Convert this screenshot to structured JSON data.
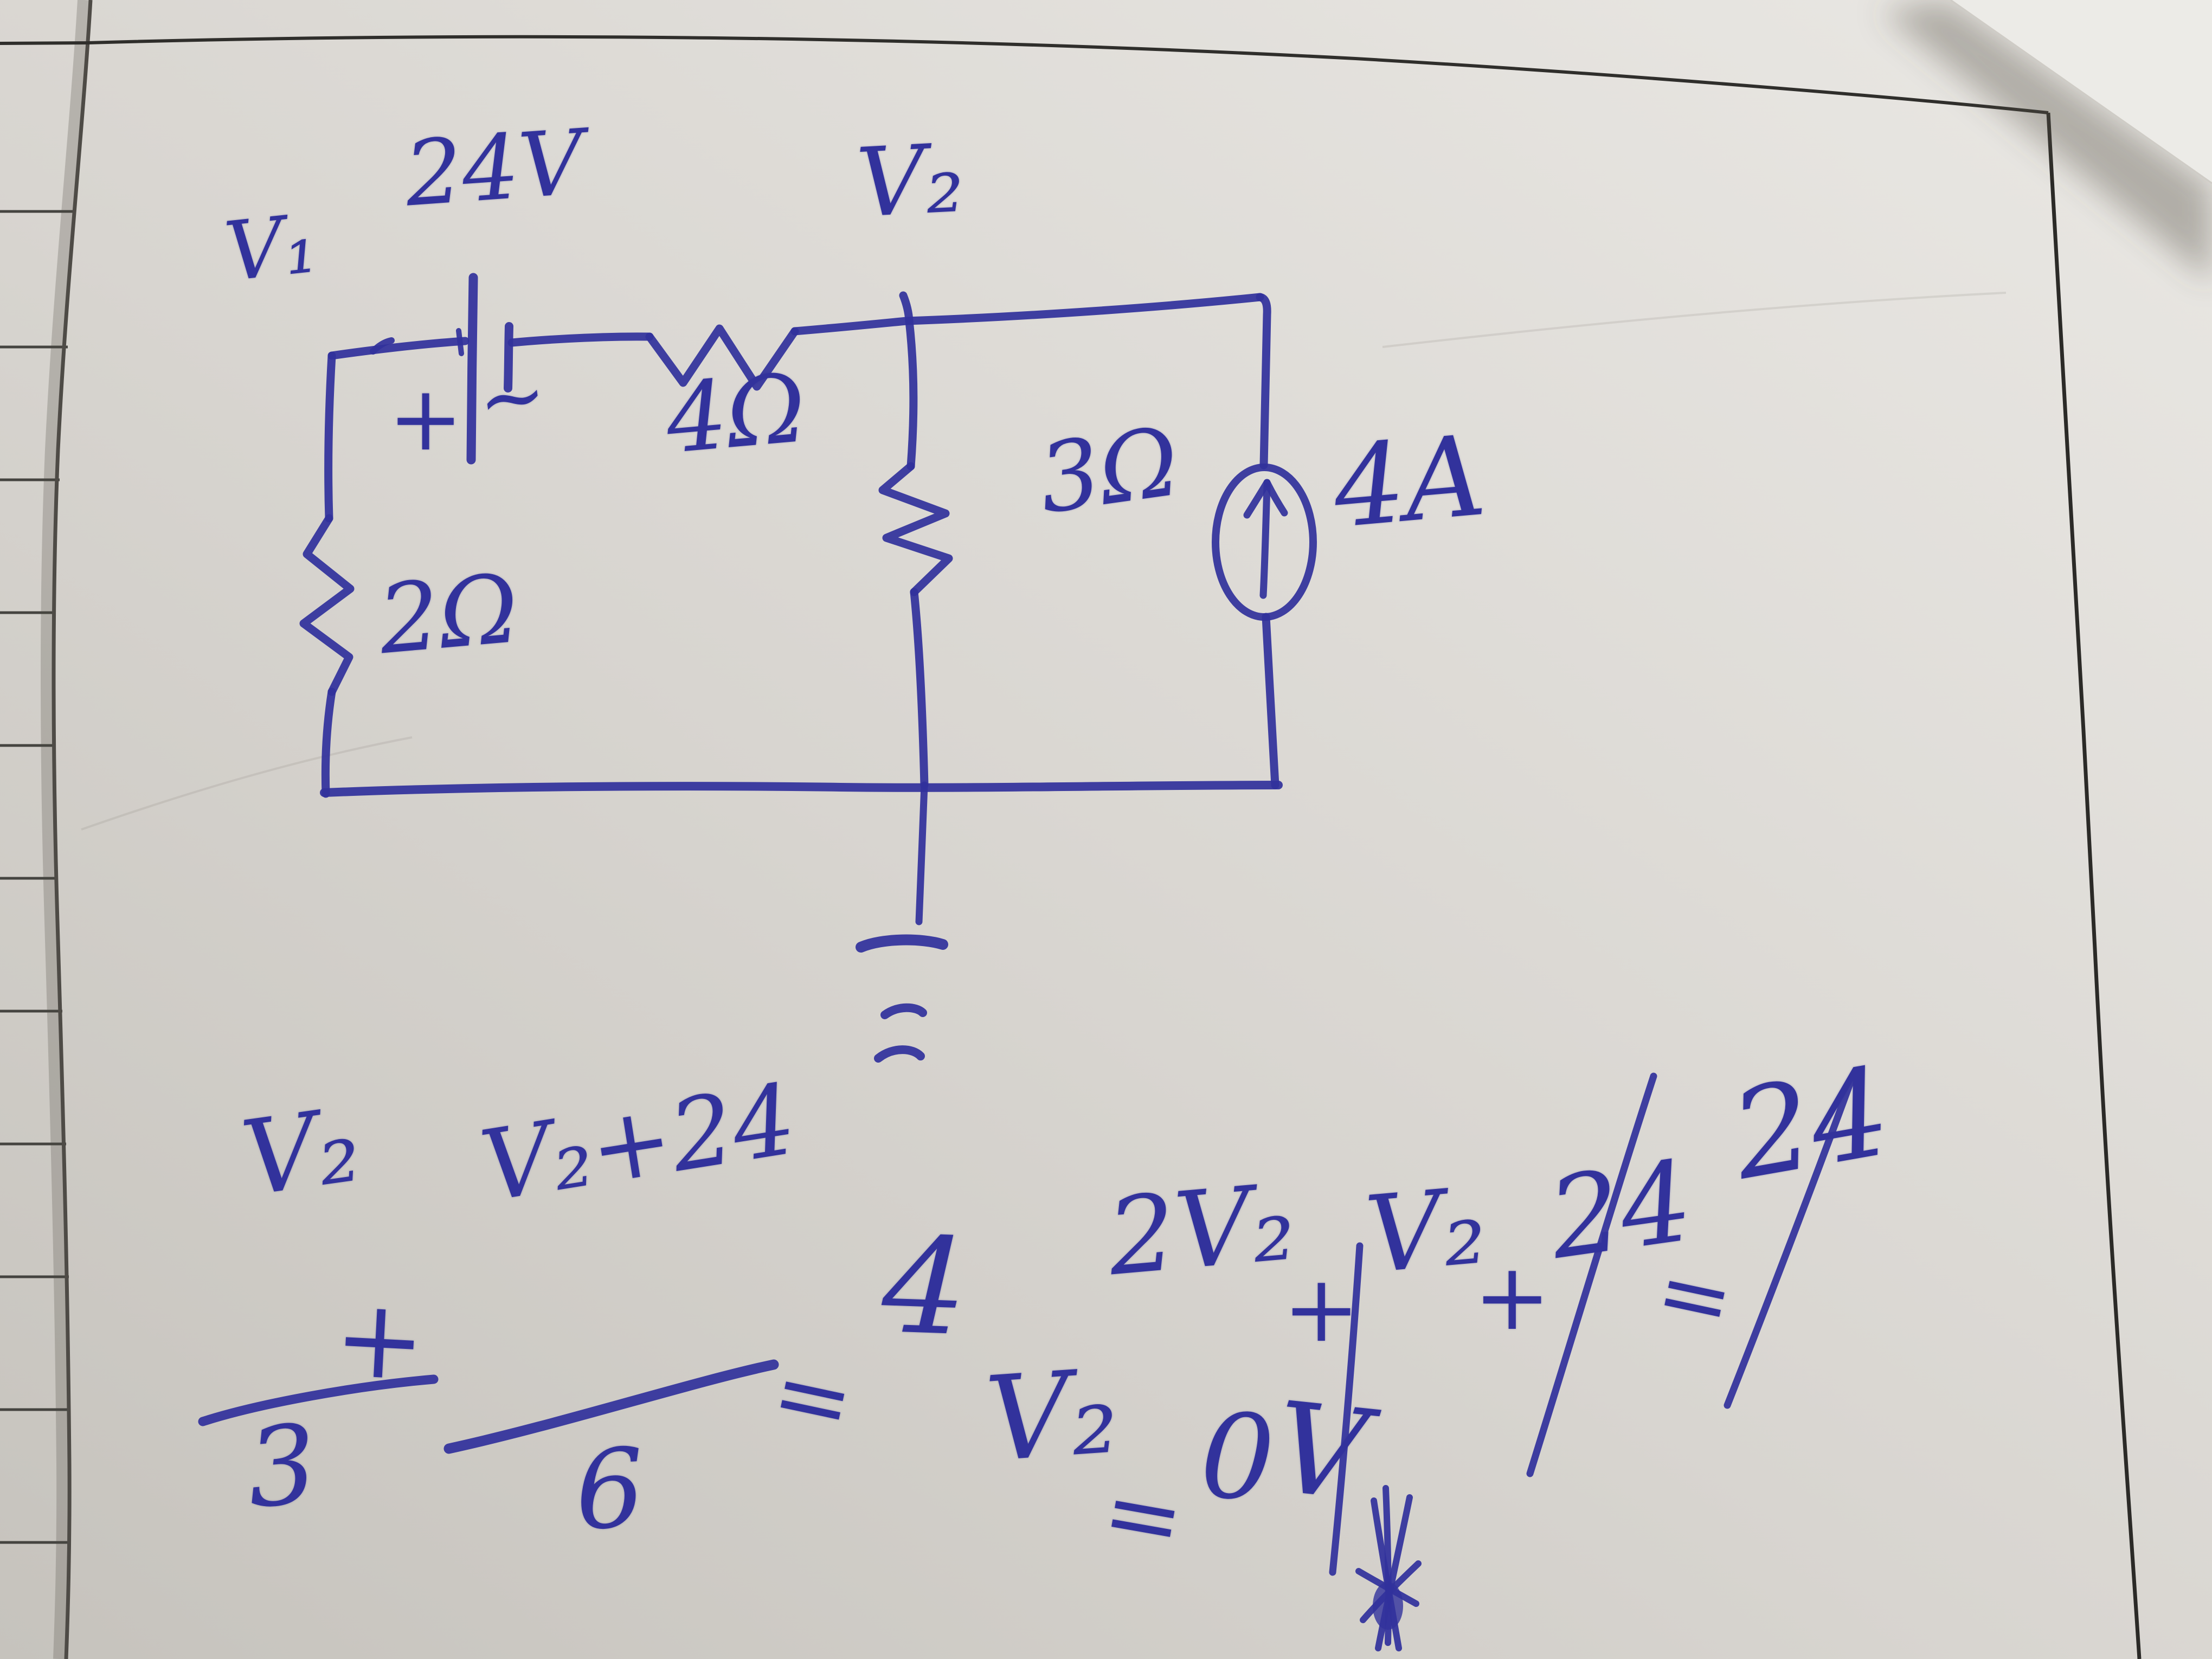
{
  "scene": {
    "description": "Handwritten nodal-analysis circuit problem in blue ink on white paper, lined notebook page visible at left edge, second sheet overlapping top-right corner"
  },
  "colors": {
    "ink": "#32329c",
    "paper": "#d8d5d0",
    "border_line": "#2f2e2b"
  },
  "circuit": {
    "node1": "V₁",
    "node2": "V₂",
    "source_voltage": "24V",
    "battery_plus": "+",
    "battery_minus": "~",
    "resistor_series": "4Ω",
    "resistor_left": "2Ω",
    "resistor_middle": "3Ω",
    "current_source": "4A"
  },
  "equations": {
    "kcl": {
      "num1": "V₂",
      "den1": "3",
      "plus": "+",
      "num2": "V₂+24",
      "den2": "6",
      "equals": "=",
      "rhs": "4"
    },
    "expanded": {
      "term1": "2V₂",
      "plus1": "+",
      "term2": "V₂",
      "plus2": "+",
      "cancelled1": "24",
      "equals": "=",
      "cancelled2": "24"
    },
    "result": {
      "lhs": "V₂",
      "equals": "=",
      "value": "0",
      "unit": "V"
    }
  }
}
